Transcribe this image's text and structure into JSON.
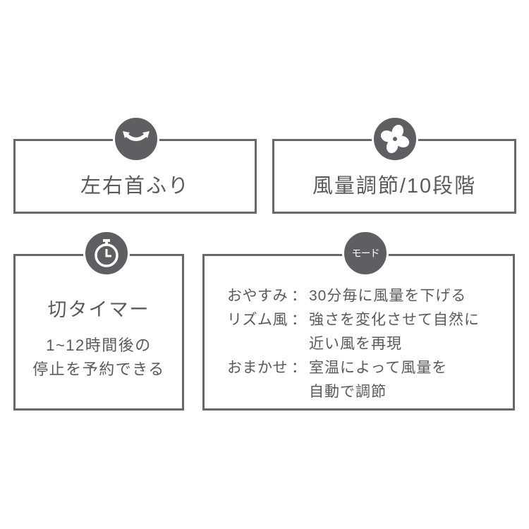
{
  "features": [
    {
      "title": "左右首ふり",
      "icon": "swing-arrows-icon"
    },
    {
      "title": "風量調節/10段階",
      "icon": "fan-icon"
    },
    {
      "title": "切タイマー",
      "description_lines": [
        "1~12時間後の",
        "停止を予約できる"
      ],
      "icon": "stopwatch-icon"
    }
  ],
  "modes": {
    "badge": "モード",
    "separator": "：",
    "items": [
      {
        "name": "おやすみ",
        "description_lines": [
          "30分毎に風量を下げる"
        ]
      },
      {
        "name": "リズム風",
        "description_lines": [
          "強さを変化させて自然に",
          "近い風を再現"
        ]
      },
      {
        "name": "おまかせ",
        "description_lines": [
          "室温によって風量を",
          "自動で調節"
        ]
      }
    ]
  },
  "colors": {
    "border": "#68676b",
    "icon_bg": "#5f5e62",
    "text": "#5a595c"
  }
}
